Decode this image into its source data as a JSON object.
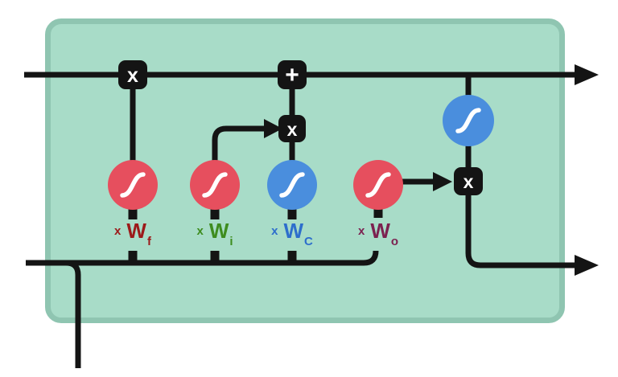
{
  "diagram": {
    "type": "LSTM cell diagram",
    "colors": {
      "background": "#ffffff",
      "cell_fill": "#a8dcc8",
      "cell_border": "#8fc5b1",
      "wire": "#141414",
      "op_box": "#141414",
      "op_glyph": "#ffffff",
      "sigmoid_gate_red": "#e64f5e",
      "tanh_gate_blue": "#4a8edd",
      "label_f_color": "#9c1a1a",
      "label_i_color": "#3e8c1f",
      "label_c_color": "#2d6ecc",
      "label_o_color": "#7c2150"
    },
    "ops": [
      {
        "name": "forget-multiply",
        "glyph": "x"
      },
      {
        "name": "state-add",
        "glyph": "+"
      },
      {
        "name": "candidate-multiply",
        "glyph": "x"
      },
      {
        "name": "output-multiply",
        "glyph": "x"
      }
    ],
    "gates": [
      {
        "name": "forget-gate",
        "icon": "sigmoid-curve-icon",
        "color": "#e64f5e"
      },
      {
        "name": "input-gate",
        "icon": "sigmoid-curve-icon",
        "color": "#e64f5e"
      },
      {
        "name": "candidate-gate",
        "icon": "sigmoid-curve-icon",
        "color": "#4a8edd"
      },
      {
        "name": "output-gate",
        "icon": "sigmoid-curve-icon",
        "color": "#e64f5e"
      },
      {
        "name": "output-activation",
        "icon": "sigmoid-curve-icon",
        "color": "#4a8edd"
      }
    ],
    "weights": [
      {
        "prefix": "x",
        "symbol": "W",
        "subscript": "f"
      },
      {
        "prefix": "x",
        "symbol": "W",
        "subscript": "i"
      },
      {
        "prefix": "x",
        "symbol": "W",
        "subscript": "C"
      },
      {
        "prefix": "x",
        "symbol": "W",
        "subscript": "o"
      }
    ]
  }
}
